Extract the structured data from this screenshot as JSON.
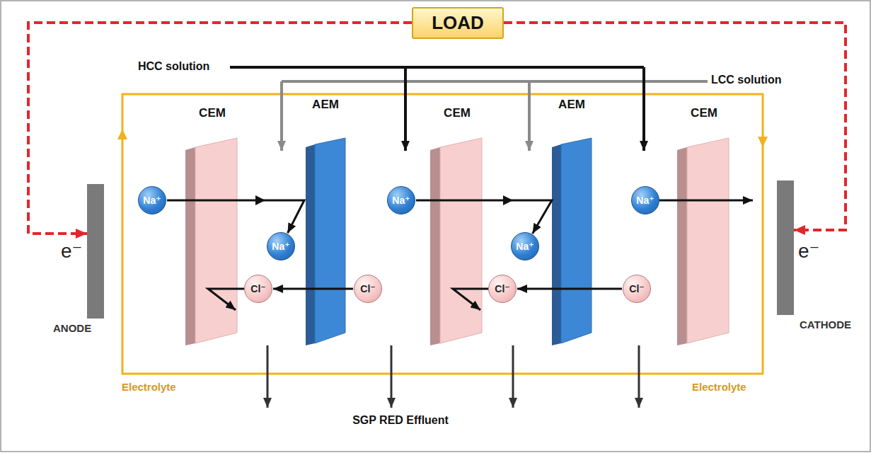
{
  "diagram": {
    "nodes": [
      {
        "text": [
          "LOAD"
        ]
      },
      {
        "text": [
          "CEM"
        ]
      },
      {
        "text": [
          "AEM"
        ]
      },
      {
        "text": [
          "CEM"
        ]
      },
      {
        "text": [
          "AEM"
        ]
      },
      {
        "text": [
          "CEM"
        ]
      },
      {
        "text": [
          "ANODE"
        ]
      },
      {
        "text": [
          "CATHODE"
        ]
      },
      {
        "text": [
          "Na⁺"
        ]
      },
      {
        "text": [
          "Na⁺"
        ]
      },
      {
        "text": [
          "Na⁺"
        ]
      },
      {
        "text": [
          "Na⁺"
        ]
      },
      {
        "text": [
          "Na⁺"
        ]
      },
      {
        "text": [
          "Cl⁻"
        ]
      },
      {
        "text": [
          "Cl⁻"
        ]
      },
      {
        "text": [
          "Cl⁻"
        ]
      },
      {
        "text": [
          "Cl⁻"
        ]
      }
    ],
    "edges": [
      {
        "from": 0,
        "to": 6,
        "arrow": "to"
      },
      {
        "from": 0,
        "to": 7,
        "arrow": "to"
      },
      {
        "from": 8,
        "to": 11,
        "arrow": "to"
      },
      {
        "from": 9,
        "to": 12,
        "arrow": "to"
      },
      {
        "from": 14,
        "to": 13,
        "arrow": "to"
      },
      {
        "from": 16,
        "to": 15,
        "arrow": "to"
      }
    ],
    "labels": [
      "HCC solution",
      "LCC solution",
      "e⁻",
      "e⁻",
      "Electrolyte",
      "Electrolyte",
      "SGP RED Effluent"
    ]
  }
}
